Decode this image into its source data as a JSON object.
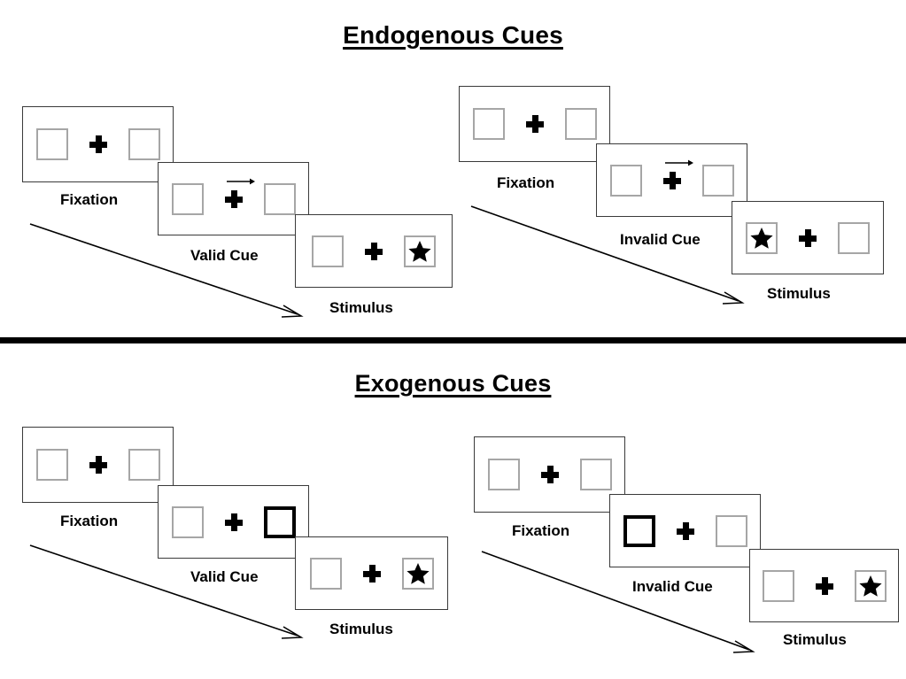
{
  "sections": [
    {
      "title": "Endogenous Cues",
      "cue_type": "arrow",
      "sequences": [
        {
          "name": "valid",
          "frames": [
            {
              "caption": "Fixation",
              "left_box": "empty",
              "right_box": "empty",
              "cue": "none",
              "left_cued": false,
              "right_cued": false
            },
            {
              "caption": "Valid Cue",
              "left_box": "empty",
              "right_box": "empty",
              "cue": "arrow-right",
              "left_cued": false,
              "right_cued": false
            },
            {
              "caption": "Stimulus",
              "left_box": "empty",
              "right_box": "star",
              "cue": "none",
              "left_cued": false,
              "right_cued": false
            }
          ]
        },
        {
          "name": "invalid",
          "frames": [
            {
              "caption": "Fixation",
              "left_box": "empty",
              "right_box": "empty",
              "cue": "none",
              "left_cued": false,
              "right_cued": false
            },
            {
              "caption": "Invalid Cue",
              "left_box": "empty",
              "right_box": "empty",
              "cue": "arrow-right",
              "left_cued": false,
              "right_cued": false
            },
            {
              "caption": "Stimulus",
              "left_box": "star",
              "right_box": "empty",
              "cue": "none",
              "left_cued": false,
              "right_cued": false
            }
          ]
        }
      ]
    },
    {
      "title": "Exogenous Cues",
      "cue_type": "box-flash",
      "sequences": [
        {
          "name": "valid",
          "frames": [
            {
              "caption": "Fixation",
              "left_box": "empty",
              "right_box": "empty",
              "cue": "none",
              "left_cued": false,
              "right_cued": false
            },
            {
              "caption": "Valid Cue",
              "left_box": "empty",
              "right_box": "empty",
              "cue": "box-right",
              "left_cued": false,
              "right_cued": true
            },
            {
              "caption": "Stimulus",
              "left_box": "empty",
              "right_box": "star",
              "cue": "none",
              "left_cued": false,
              "right_cued": false
            }
          ]
        },
        {
          "name": "invalid",
          "frames": [
            {
              "caption": "Fixation",
              "left_box": "empty",
              "right_box": "empty",
              "cue": "none",
              "left_cued": false,
              "right_cued": false
            },
            {
              "caption": "Invalid Cue",
              "left_box": "empty",
              "right_box": "empty",
              "cue": "box-left",
              "left_cued": true,
              "right_cued": false
            },
            {
              "caption": "Stimulus",
              "left_box": "empty",
              "right_box": "star",
              "cue": "none",
              "left_cued": false,
              "right_cued": false
            }
          ]
        }
      ]
    }
  ],
  "captions": {
    "fixation": "Fixation",
    "valid_cue": "Valid Cue",
    "invalid_cue": "Invalid Cue",
    "stimulus": "Stimulus"
  },
  "colors": {
    "frame_border": "#3a3a3a",
    "box_border": "#a6a6a6",
    "cued_box_border": "#000000",
    "ink": "#000000",
    "background": "#ffffff"
  },
  "titles": {
    "endogenous": "Endogenous Cues",
    "exogenous": "Exogenous Cues"
  }
}
